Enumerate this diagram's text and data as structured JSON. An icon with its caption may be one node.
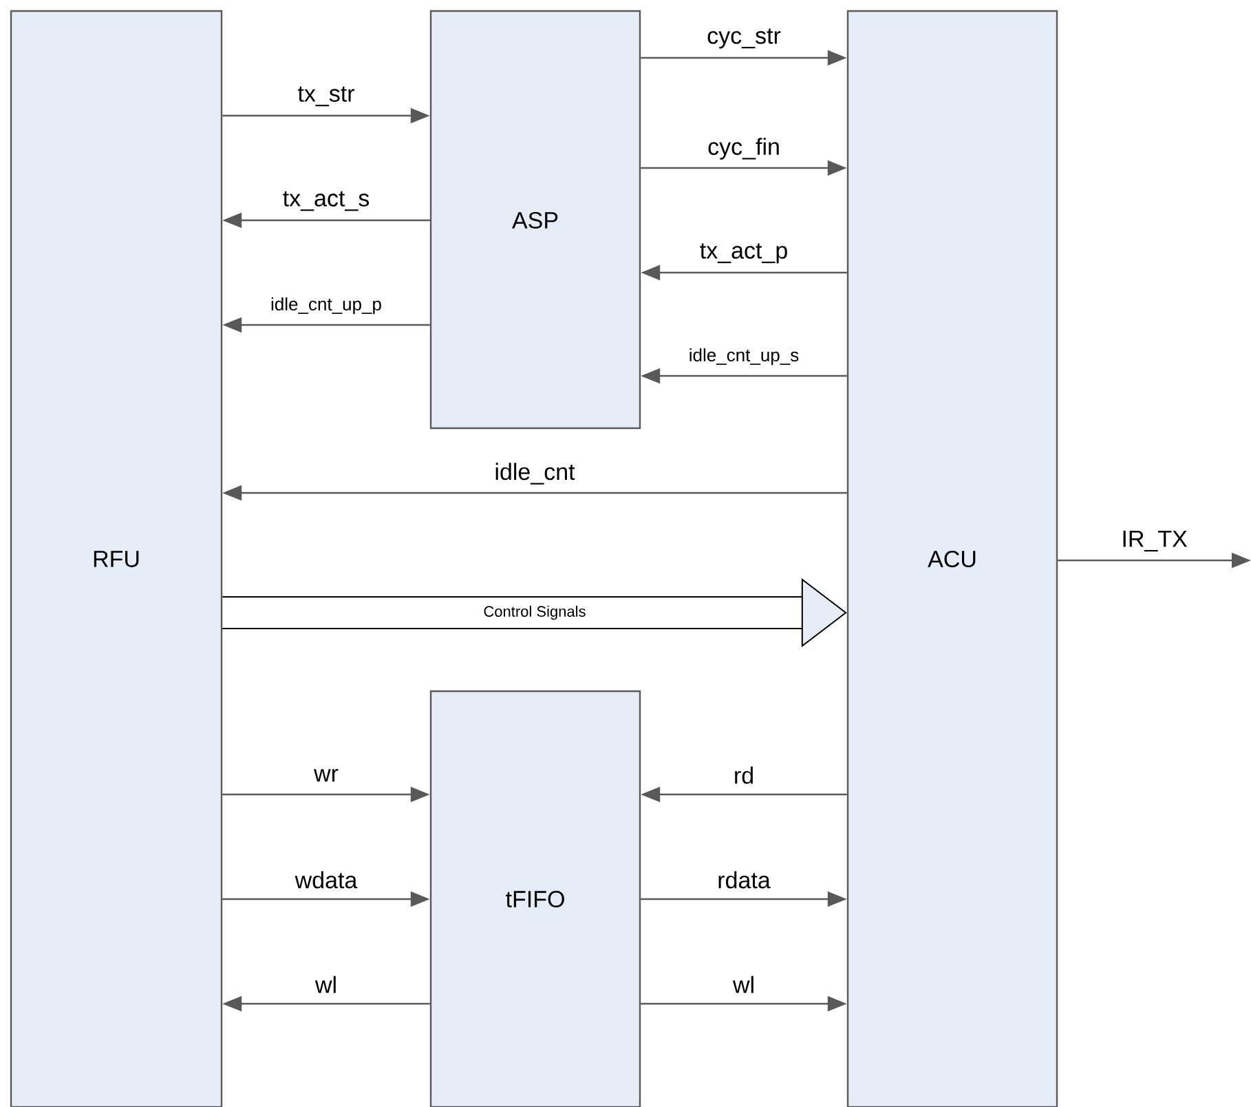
{
  "diagram": {
    "nodes": [
      {
        "text": [
          "RFU"
        ]
      },
      {
        "text": [
          "ASP"
        ]
      },
      {
        "text": [
          "tFIFO"
        ]
      },
      {
        "text": [
          "ACU"
        ]
      }
    ],
    "edges": [
      {
        "from": 0,
        "to": 1,
        "arrow": "to",
        "label": "tx_str"
      },
      {
        "from": 1,
        "to": 0,
        "arrow": "to",
        "label": "tx_act_s"
      },
      {
        "from": 1,
        "to": 0,
        "arrow": "to",
        "label": "idle_cnt_up_p"
      },
      {
        "from": 1,
        "to": 3,
        "arrow": "to",
        "label": "cyc_str"
      },
      {
        "from": 1,
        "to": 3,
        "arrow": "to",
        "label": "cyc_fin"
      },
      {
        "from": 3,
        "to": 1,
        "arrow": "to",
        "label": "tx_act_p"
      },
      {
        "from": 3,
        "to": 1,
        "arrow": "to",
        "label": "idle_cnt_up_s"
      },
      {
        "from": 3,
        "to": 0,
        "arrow": "to",
        "label": "idle_cnt"
      },
      {
        "from": 0,
        "to": 3,
        "arrow": "to",
        "label": "Control Signals",
        "style": "thick"
      },
      {
        "from": 0,
        "to": 2,
        "arrow": "to",
        "label": "wr"
      },
      {
        "from": 0,
        "to": 2,
        "arrow": "to",
        "label": "wdata"
      },
      {
        "from": 2,
        "to": 0,
        "arrow": "to",
        "label": "wl"
      },
      {
        "from": 3,
        "to": 2,
        "arrow": "to",
        "label": "rd"
      },
      {
        "from": 2,
        "to": 3,
        "arrow": "to",
        "label": "rdata"
      },
      {
        "from": 2,
        "to": 3,
        "arrow": "to",
        "label": "wl"
      },
      {
        "from": 3,
        "to": null,
        "arrow": "to",
        "label": "IR_TX"
      }
    ]
  }
}
